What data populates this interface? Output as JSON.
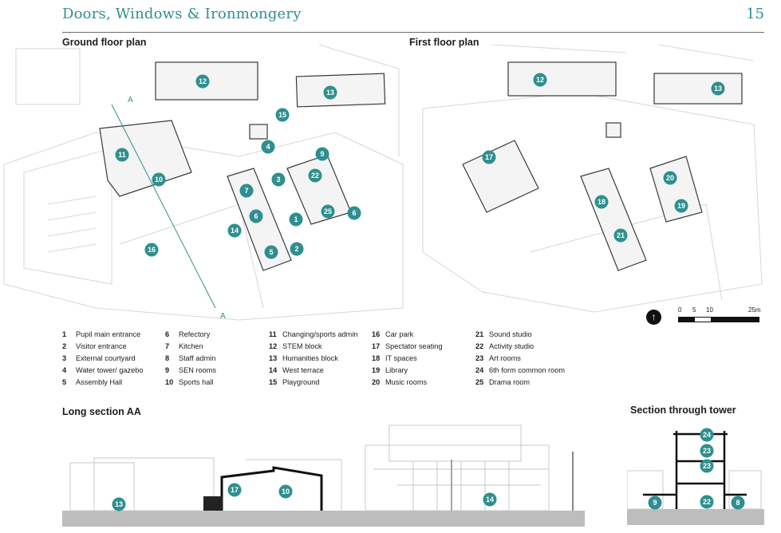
{
  "header": {
    "title": "Doors, Windows & Ironmongery",
    "page_number": "15",
    "accent_color": "#2f8f8f"
  },
  "panels": {
    "ground_floor": "Ground floor plan",
    "first_floor": "First floor plan",
    "long_section": "Long section AA",
    "tower_section": "Section through tower"
  },
  "section_line_label": "A",
  "ground_markers": [
    "12",
    "13",
    "15",
    "4",
    "9",
    "11",
    "10",
    "22",
    "3",
    "7",
    "25",
    "6",
    "1",
    "6",
    "14",
    "16",
    "5",
    "2"
  ],
  "first_markers": [
    "12",
    "13",
    "17",
    "20",
    "18",
    "19",
    "21"
  ],
  "section_markers": [
    "13",
    "17",
    "10",
    "14"
  ],
  "tower_markers": [
    "24",
    "23",
    "23",
    "9",
    "22",
    "8"
  ],
  "scale": {
    "labels": [
      "0",
      "5",
      "10",
      "25m"
    ],
    "north_glyph": "↑"
  },
  "legend": [
    [
      {
        "num": "1",
        "label": "Pupil main entrance"
      },
      {
        "num": "2",
        "label": "Visitor entrance"
      },
      {
        "num": "3",
        "label": "External courtyard"
      },
      {
        "num": "4",
        "label": "Water tower/ gazebo"
      },
      {
        "num": "5",
        "label": "Assembly Hall"
      }
    ],
    [
      {
        "num": "6",
        "label": "Refectory"
      },
      {
        "num": "7",
        "label": "Kitchen"
      },
      {
        "num": "8",
        "label": "Staff admin"
      },
      {
        "num": "9",
        "label": "SEN rooms"
      },
      {
        "num": "10",
        "label": "Sports hall"
      }
    ],
    [
      {
        "num": "11",
        "label": "Changing/sports admin"
      },
      {
        "num": "12",
        "label": "STEM block"
      },
      {
        "num": "13",
        "label": "Humanities block"
      },
      {
        "num": "14",
        "label": "West terrace"
      },
      {
        "num": "15",
        "label": "Playground"
      }
    ],
    [
      {
        "num": "16",
        "label": "Car park"
      },
      {
        "num": "17",
        "label": "Spectator seating"
      },
      {
        "num": "18",
        "label": "IT spaces"
      },
      {
        "num": "19",
        "label": "Library"
      },
      {
        "num": "20",
        "label": "Music rooms"
      }
    ],
    [
      {
        "num": "21",
        "label": "Sound studio"
      },
      {
        "num": "22",
        "label": "Activity studio"
      },
      {
        "num": "23",
        "label": "Art rooms"
      },
      {
        "num": "24",
        "label": "6th form common room"
      },
      {
        "num": "25",
        "label": "Drama room"
      }
    ]
  ]
}
